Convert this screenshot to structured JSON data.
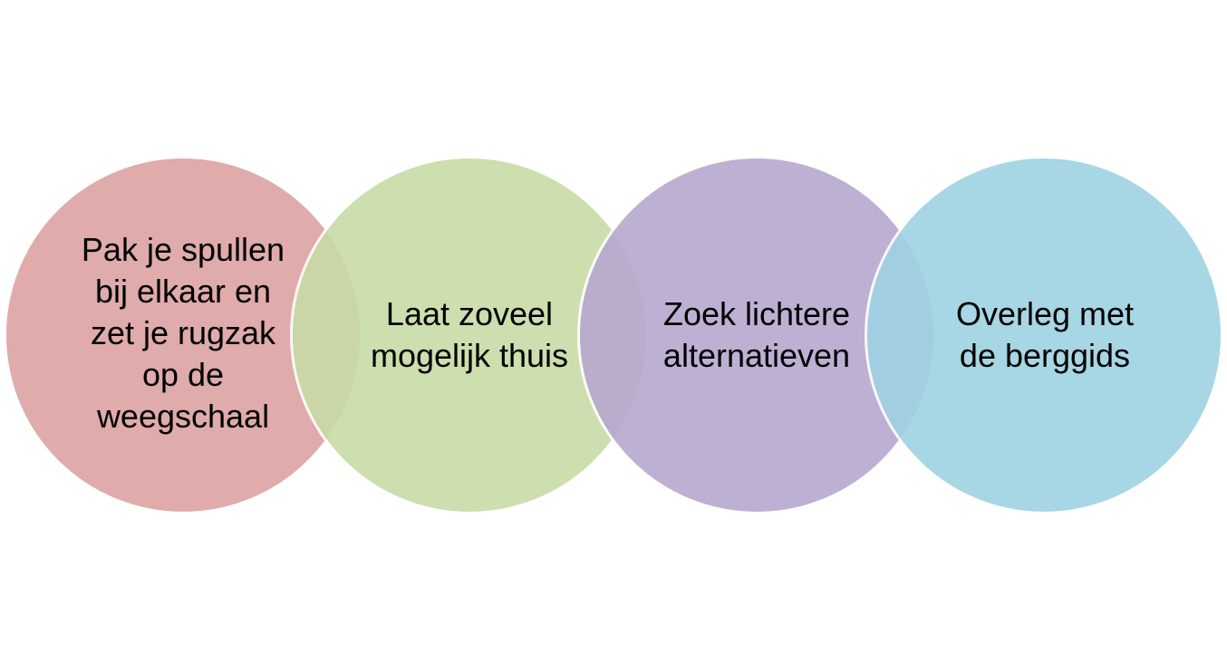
{
  "diagram": {
    "circles": [
      {
        "label": "Pak je spullen\nbij elkaar en\nzet je rugzak\nop de\nweegschaal",
        "color": "#dca3a2"
      },
      {
        "label": "Laat zoveel\nmogelijk thuis",
        "color": "#c8dba7"
      },
      {
        "label": "Zoek lichtere\nalternatieven",
        "color": "#b8a8cf"
      },
      {
        "label": "Overleg met\nde berggids",
        "color": "#9ed2e2"
      }
    ]
  }
}
